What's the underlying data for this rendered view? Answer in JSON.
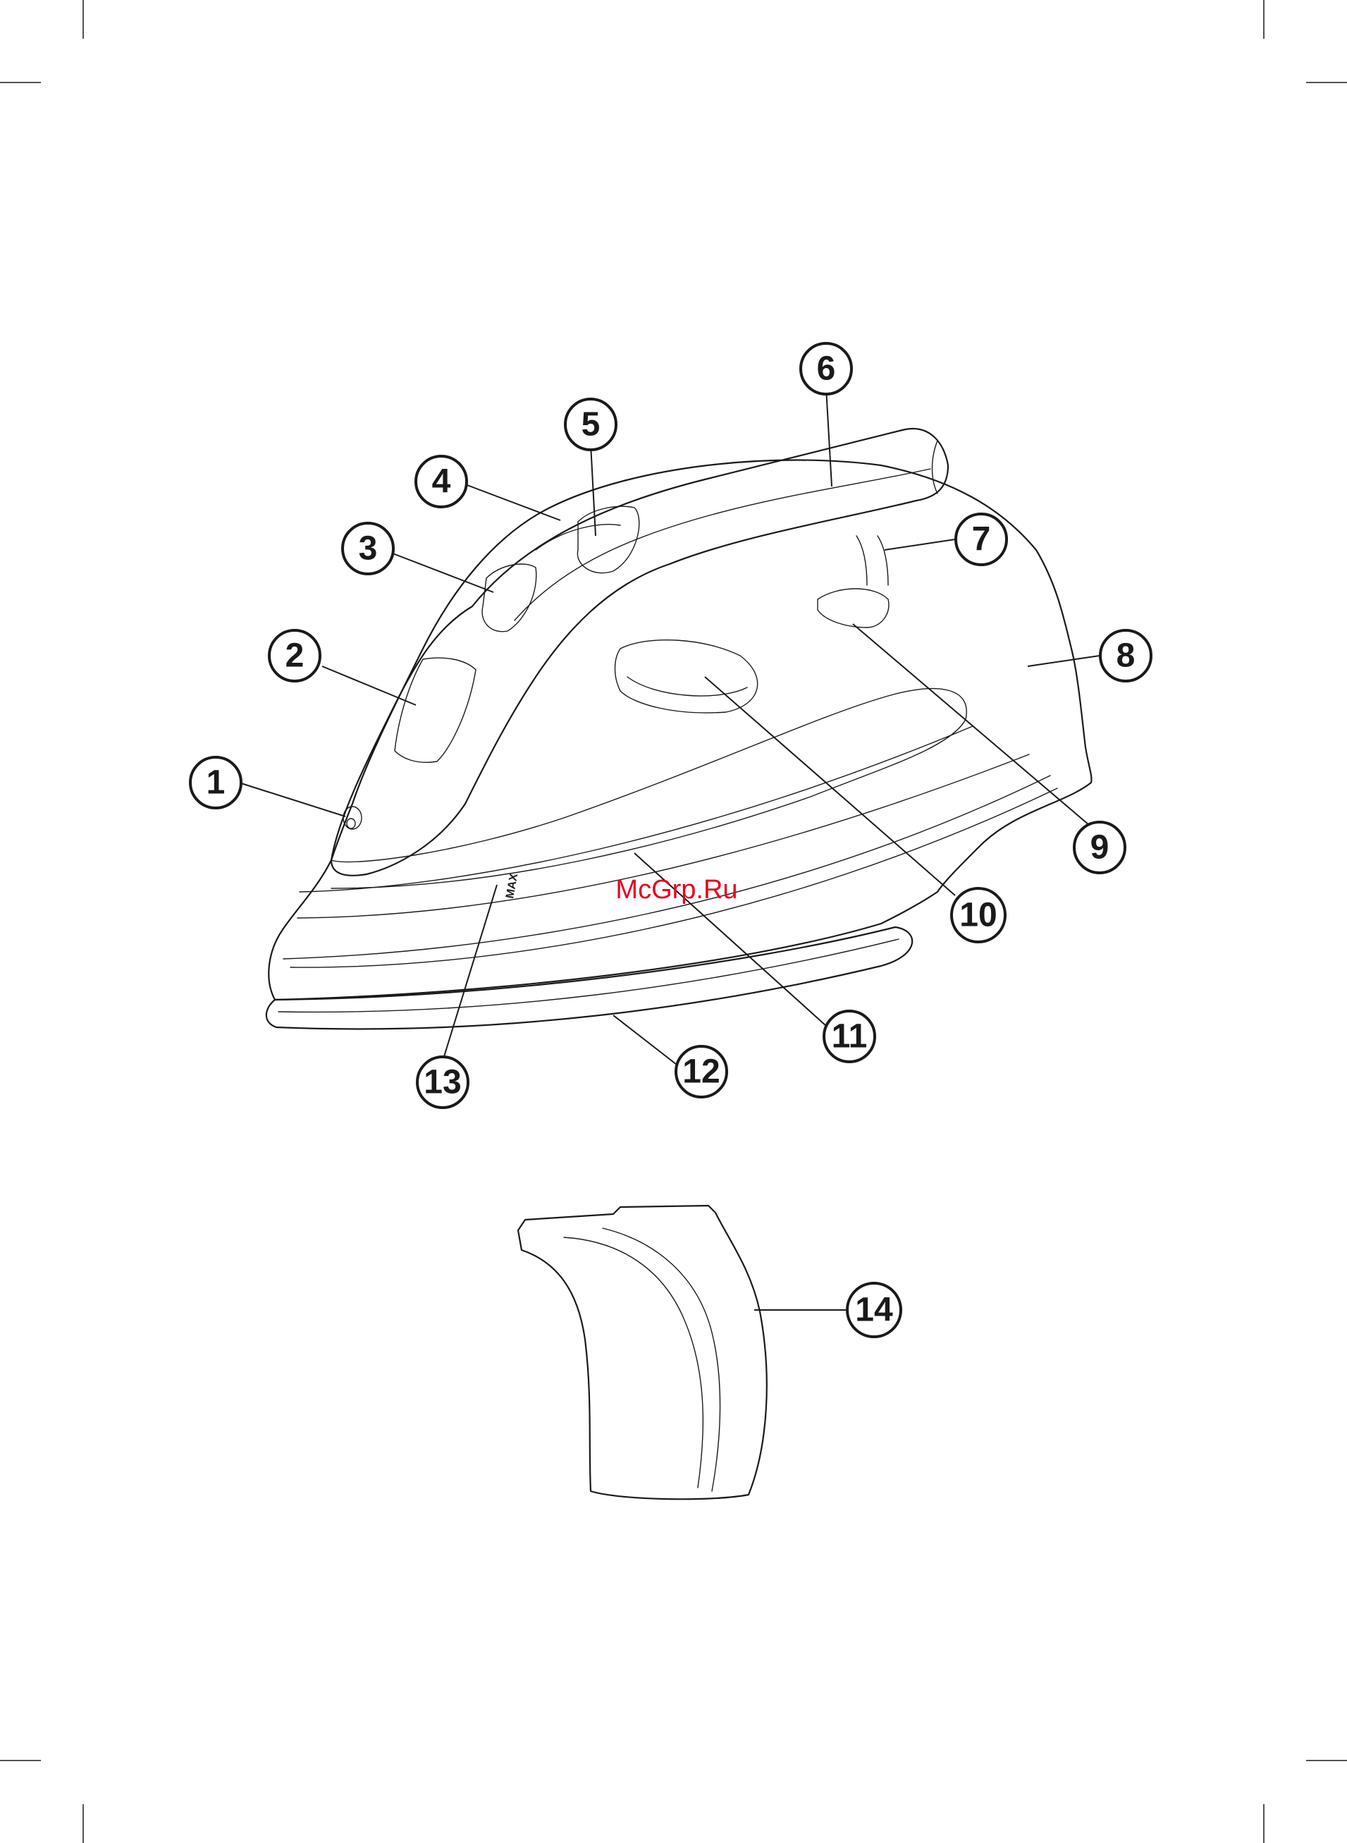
{
  "diagram": {
    "callouts": [
      {
        "id": "1",
        "label": "1"
      },
      {
        "id": "2",
        "label": "2"
      },
      {
        "id": "3",
        "label": "3"
      },
      {
        "id": "4",
        "label": "4"
      },
      {
        "id": "5",
        "label": "5"
      },
      {
        "id": "6",
        "label": "6"
      },
      {
        "id": "7",
        "label": "7"
      },
      {
        "id": "8",
        "label": "8"
      },
      {
        "id": "9",
        "label": "9"
      },
      {
        "id": "10",
        "label": "10"
      },
      {
        "id": "11",
        "label": "11"
      },
      {
        "id": "12",
        "label": "12"
      },
      {
        "id": "13",
        "label": "13"
      },
      {
        "id": "14",
        "label": "14"
      }
    ],
    "max_mark": "MAX",
    "watermark": "McGrp.Ru",
    "watermark_color": "#e8001c",
    "line_color": "#1a1a1a"
  }
}
